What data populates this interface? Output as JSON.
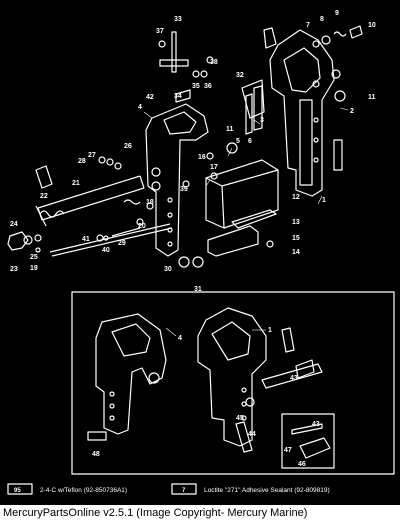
{
  "colors": {
    "background": "#000000",
    "line": "#ffffff",
    "footer_bg": "#ffffff",
    "footer_text": "#000000"
  },
  "diagram": {
    "callouts": [
      "1",
      "2",
      "3",
      "4",
      "5",
      "6",
      "7",
      "8",
      "9",
      "10",
      "11",
      "12",
      "13",
      "14",
      "15",
      "16",
      "17",
      "18",
      "19",
      "20",
      "21",
      "22",
      "23",
      "24",
      "25",
      "26",
      "27",
      "28",
      "29",
      "30",
      "31",
      "32",
      "33",
      "34",
      "35",
      "36",
      "37",
      "38",
      "39",
      "40",
      "41",
      "42",
      "43",
      "44",
      "45",
      "46",
      "47",
      "48"
    ],
    "legend": {
      "left_badge": "95",
      "left_text": "2-4-C w/Teflon (92-850736A1)",
      "right_badge": "7",
      "right_text": "Loctite \"271\" Adhesive Sealant (92-809819)"
    }
  },
  "footer": {
    "text": "MercuryPartsOnline v2.5.1 (Image Copyright- Mercury Marine)"
  }
}
